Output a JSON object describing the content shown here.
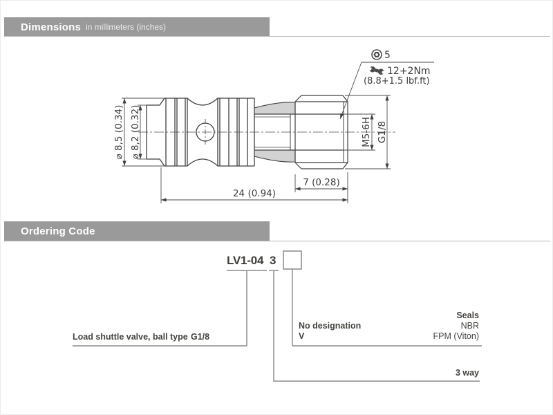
{
  "page": {
    "dimensions_section": {
      "title": "Dimensions",
      "subtitle": "in millimeters (inches)"
    },
    "ordering_section": {
      "title": "Ordering Code"
    }
  },
  "drawing": {
    "dia_outer": "⌀ 8,5 (0.34)",
    "dia_inner": "⌀ 8,2 (0.32)",
    "thread_socket": "M5-6H",
    "thread_port": "G1/8",
    "hex_len": "7 (0.28)",
    "total_len": "24 (0.94)",
    "socket_size": "5",
    "torque_nm": "12+2Nm",
    "torque_lbf": "(8.8+1.5 lbf.ft)",
    "icons": [
      "socket-head-screw-icon",
      "wrench-icon"
    ]
  },
  "ordering": {
    "code_main": "LV1-04",
    "code_ways": "3",
    "type_label": "Load shuttle valve, ball type",
    "type_value": "G1/8",
    "seals_header": "Seals",
    "seal_rows": [
      {
        "code": "No designation",
        "value": "NBR"
      },
      {
        "code": "V",
        "value": "FPM (Viton)"
      }
    ],
    "ways_label": "3 way"
  },
  "colors": {
    "bar_bg": "#9a9a9a",
    "drawing_line": "#3f3f3f",
    "chamfer_shade": "#d2d2d2",
    "ordering_text": "#45433f",
    "ordering_line": "#9b9b9b"
  }
}
